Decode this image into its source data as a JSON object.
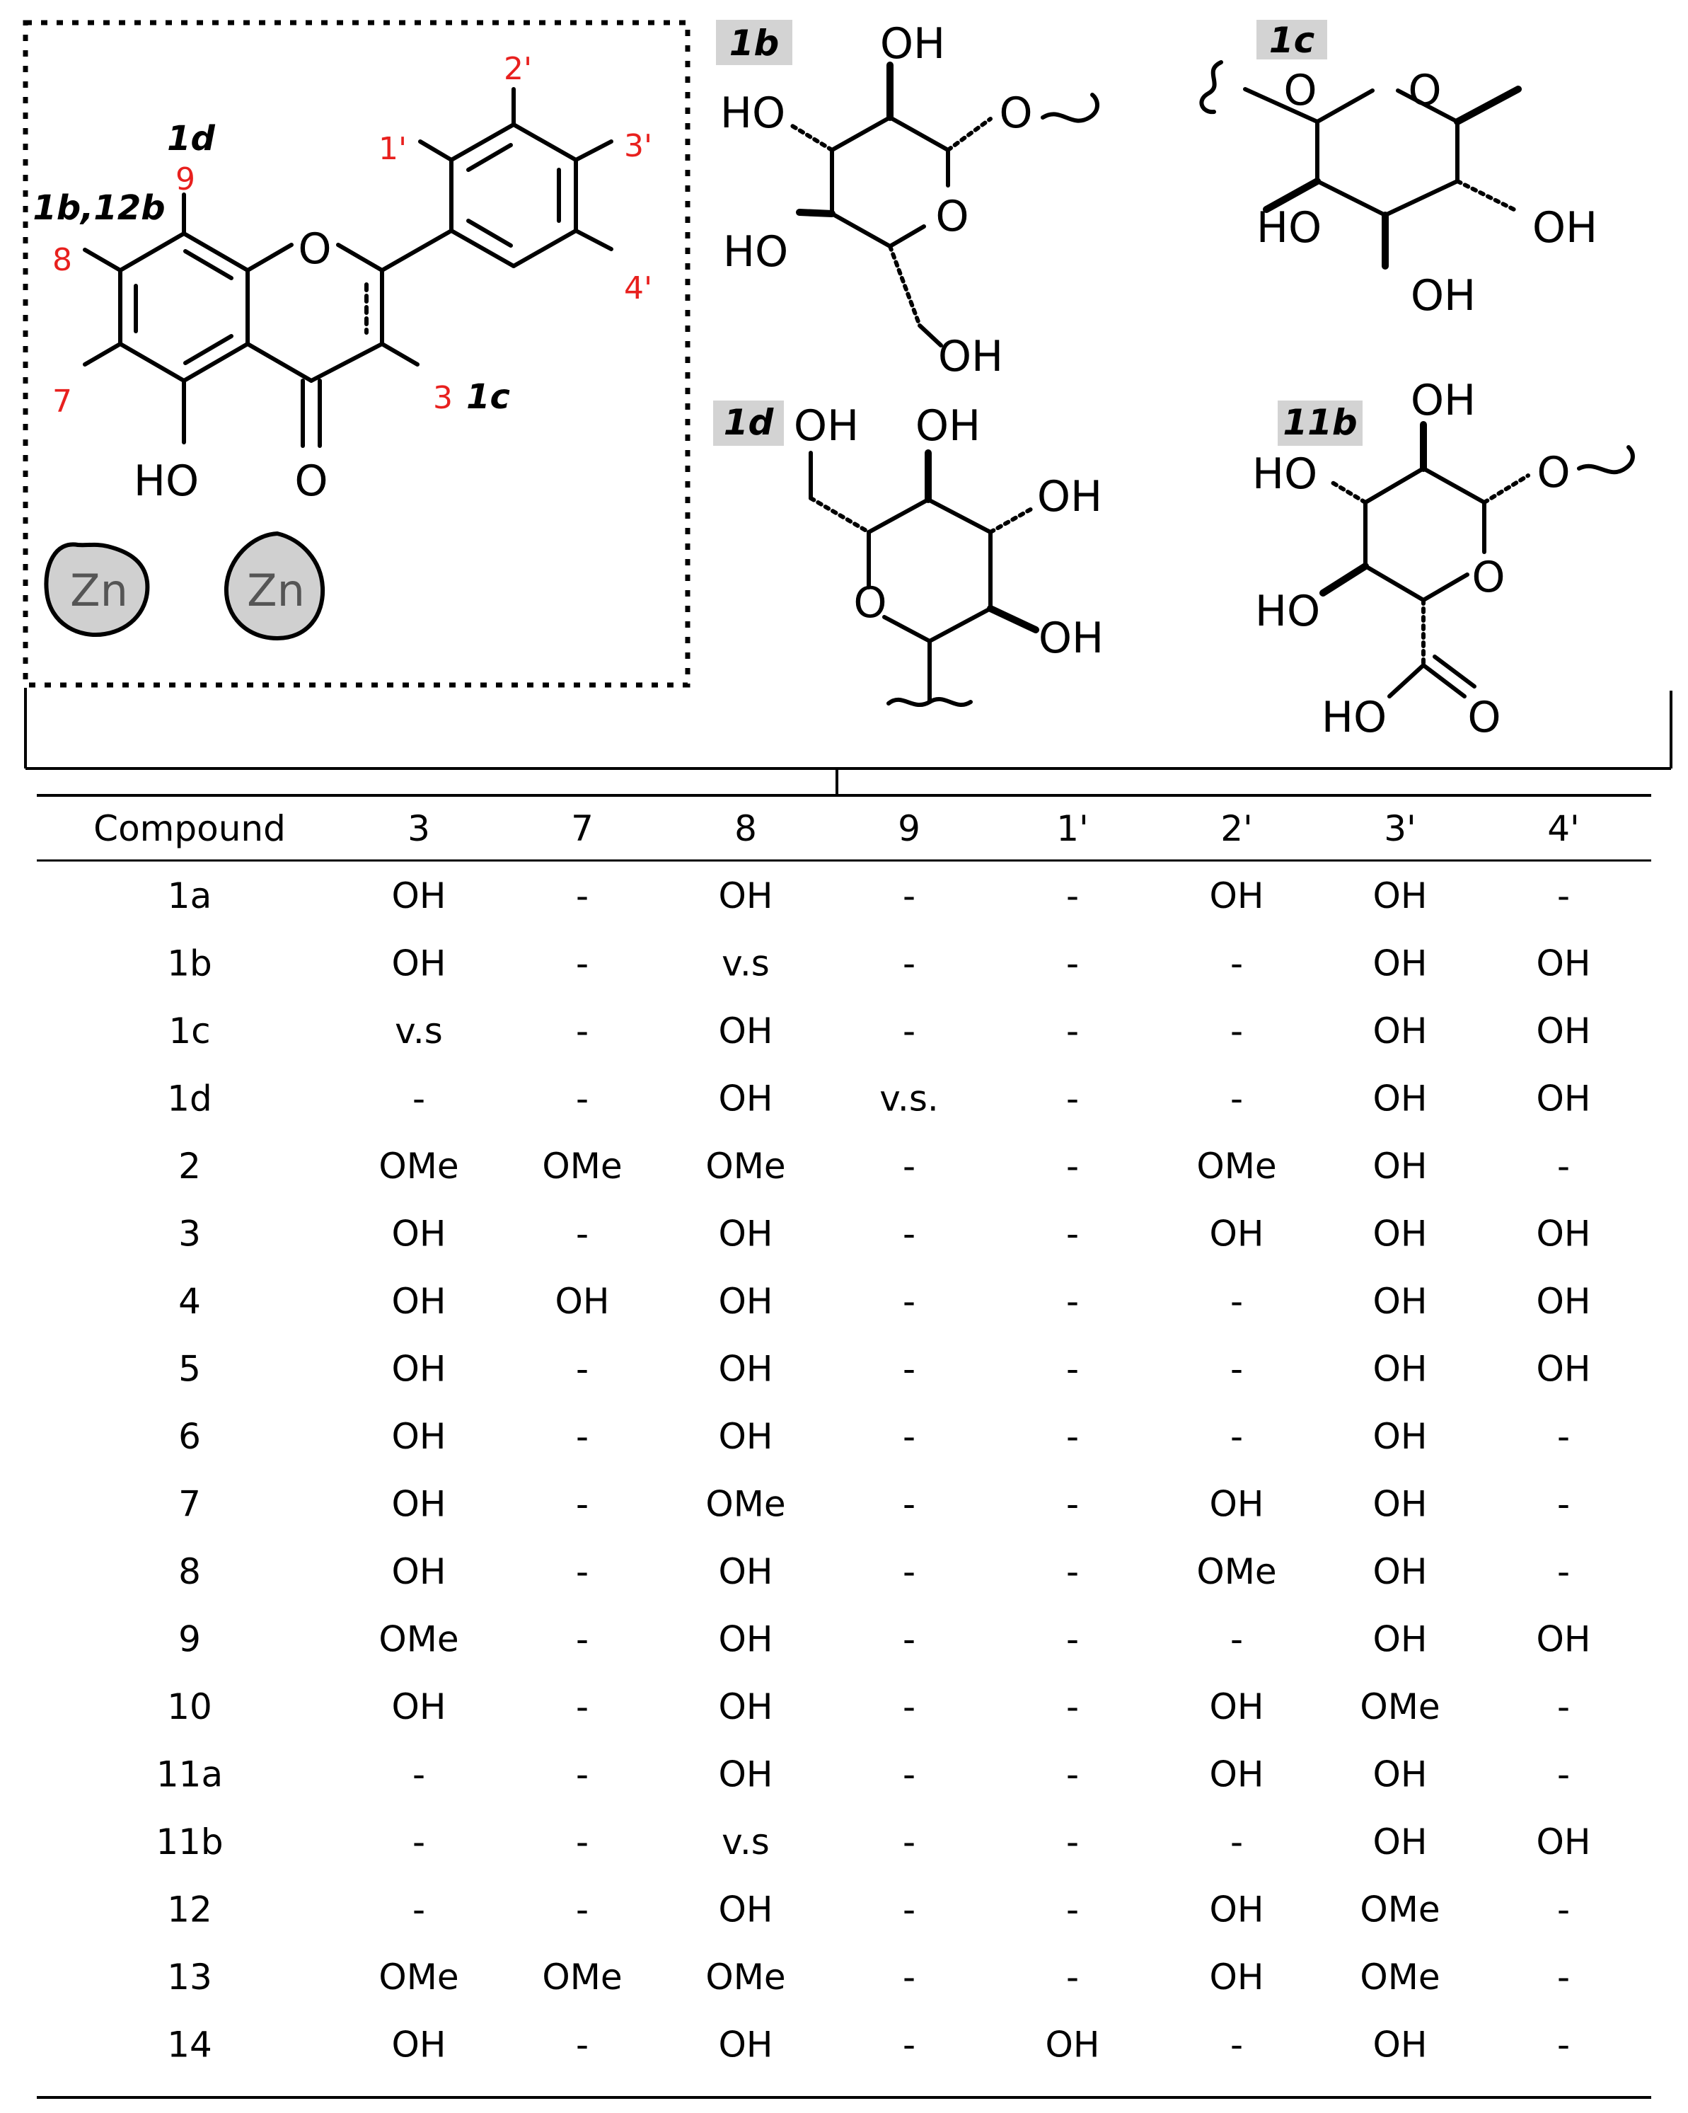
{
  "scaffold": {
    "positions": {
      "p9": "9",
      "p8": "8",
      "p7": "7",
      "p3": "3",
      "p1p": "1'",
      "p2p": "2'",
      "p3p": "3'",
      "p4p": "4'"
    },
    "compound_labels": {
      "at9": "1d",
      "at8": "1b,12b",
      "at3": "1c"
    },
    "atoms": {
      "o_ring": "O",
      "o_keto": "O",
      "ho": "HO"
    },
    "zn1": "Zn",
    "zn2": "Zn"
  },
  "sugars": {
    "s1b": {
      "label": "1b",
      "oh_top": "OH",
      "ho_left": "HO",
      "o_link": "O",
      "ho_lower": "HO",
      "o_ring": "O",
      "oh_ch2": "OH"
    },
    "s1c": {
      "label": "1c",
      "o_link": "O",
      "o_ring": "O",
      "ho_left": "HO",
      "oh_right": "OH",
      "oh_bottom": "OH"
    },
    "s1d": {
      "label": "1d",
      "oh_ch2": "OH",
      "oh_top": "OH",
      "oh_right1": "OH",
      "o_ring": "O",
      "oh_right2": "OH"
    },
    "s11b": {
      "label": "11b",
      "oh_top": "OH",
      "ho_left": "HO",
      "o_link": "O",
      "ho_lower": "HO",
      "o_ring": "O",
      "ho_acid": "HO",
      "o_acid": "O"
    }
  },
  "table": {
    "headers": [
      "Compound",
      "3",
      "7",
      "8",
      "9",
      "1'",
      "2'",
      "3'",
      "4'"
    ],
    "rows": [
      [
        "1a",
        "OH",
        "-",
        "OH",
        "-",
        "-",
        "OH",
        "OH",
        "-"
      ],
      [
        "1b",
        "OH",
        "-",
        "v.s",
        "-",
        "-",
        "-",
        "OH",
        "OH"
      ],
      [
        "1c",
        "v.s",
        "-",
        "OH",
        "-",
        "-",
        "-",
        "OH",
        "OH"
      ],
      [
        "1d",
        "-",
        "-",
        "OH",
        "v.s.",
        "-",
        "-",
        "OH",
        "OH"
      ],
      [
        "2",
        "OMe",
        "OMe",
        "OMe",
        "-",
        "-",
        "OMe",
        "OH",
        "-"
      ],
      [
        "3",
        "OH",
        "-",
        "OH",
        "-",
        "-",
        "OH",
        "OH",
        "OH"
      ],
      [
        "4",
        "OH",
        "OH",
        "OH",
        "-",
        "-",
        "-",
        "OH",
        "OH"
      ],
      [
        "5",
        "OH",
        "-",
        "OH",
        "-",
        "-",
        "-",
        "OH",
        "OH"
      ],
      [
        "6",
        "OH",
        "-",
        "OH",
        "-",
        "-",
        "-",
        "OH",
        "-"
      ],
      [
        "7",
        "OH",
        "-",
        "OMe",
        "-",
        "-",
        "OH",
        "OH",
        "-"
      ],
      [
        "8",
        "OH",
        "-",
        "OH",
        "-",
        "-",
        "OMe",
        "OH",
        "-"
      ],
      [
        "9",
        "OMe",
        "-",
        "OH",
        "-",
        "-",
        "-",
        "OH",
        "OH"
      ],
      [
        "10",
        "OH",
        "-",
        "OH",
        "-",
        "-",
        "OH",
        "OMe",
        "-"
      ],
      [
        "11a",
        "-",
        "-",
        "OH",
        "-",
        "-",
        "OH",
        "OH",
        "-"
      ],
      [
        "11b",
        "-",
        "-",
        "v.s",
        "-",
        "-",
        "-",
        "OH",
        "OH"
      ],
      [
        "12",
        "-",
        "-",
        "OH",
        "-",
        "-",
        "OH",
        "OMe",
        "-"
      ],
      [
        "13",
        "OMe",
        "OMe",
        "OMe",
        "-",
        "-",
        "OH",
        "OMe",
        "-"
      ],
      [
        "14",
        "OH",
        "-",
        "OH",
        "-",
        "OH",
        "-",
        "OH",
        "-"
      ]
    ]
  }
}
